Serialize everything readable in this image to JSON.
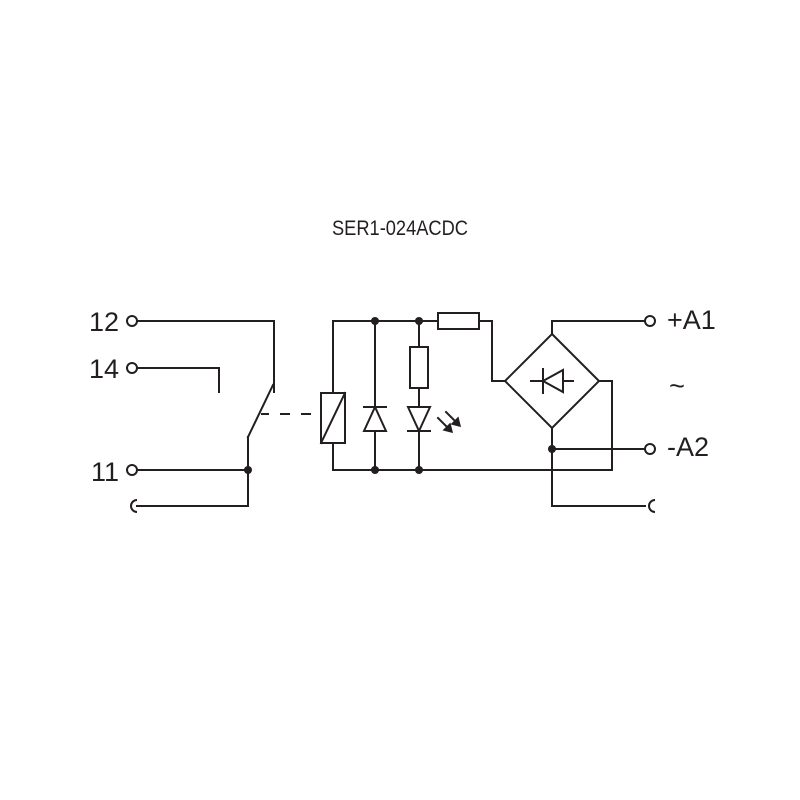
{
  "title": "SER1-024ACDC",
  "terminals": {
    "t12": "12",
    "t14": "14",
    "t11": "11",
    "a1": "+A1",
    "a2": "-A2"
  },
  "supply_symbol": "~",
  "colors": {
    "ink": "#231f20",
    "background": "#ffffff"
  }
}
